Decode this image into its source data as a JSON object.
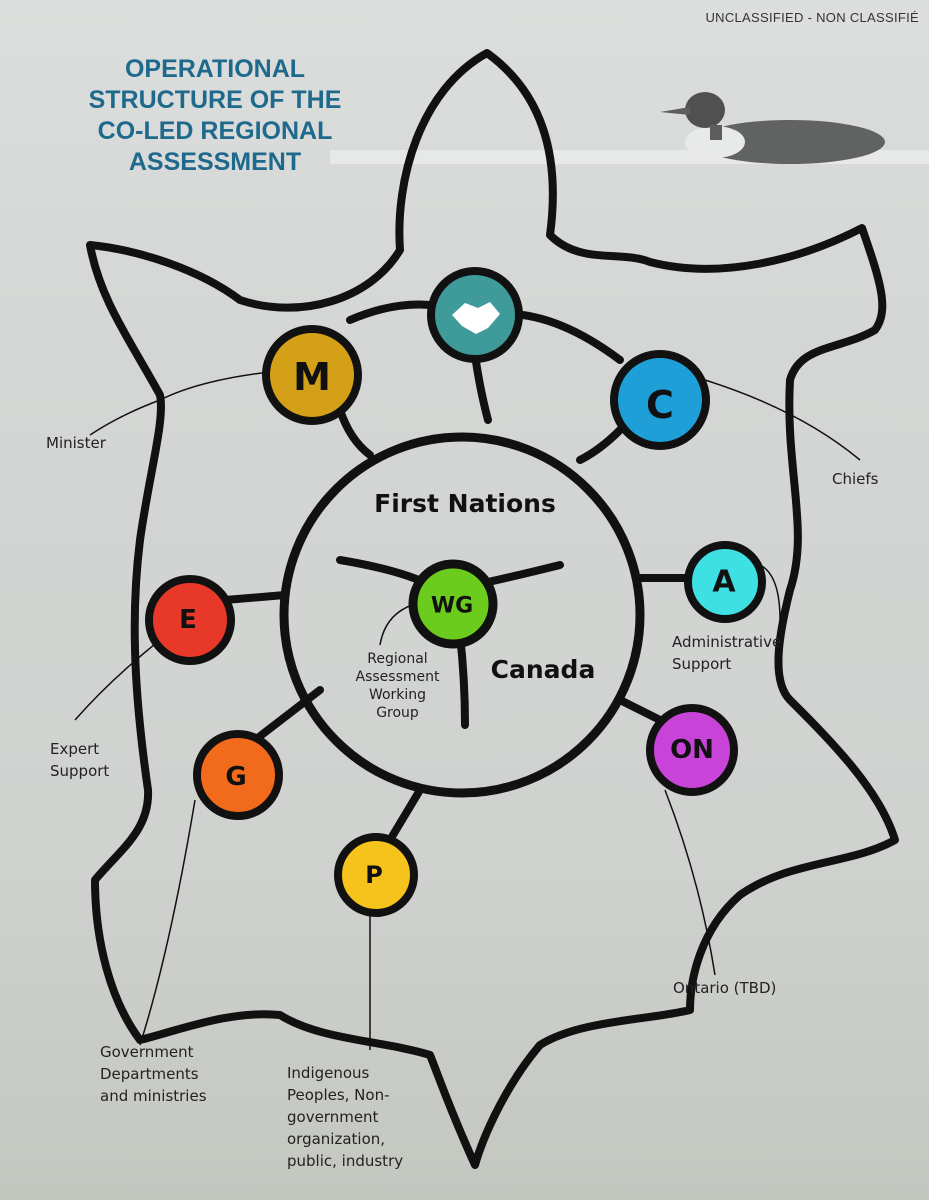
{
  "classification": "UNCLASSIFIED - NON CLASSIFIÉ",
  "title": "OPERATIONAL STRUCTURE OF THE CO-LED REGIONAL ASSESSMENT",
  "center": {
    "top": "First Nations",
    "bottom": "Canada",
    "wg": "WG",
    "wg_label": "Regional Assessment Working Group"
  },
  "nodes": {
    "m": {
      "letter": "M",
      "label": "Minister",
      "color": "#d4a017"
    },
    "c": {
      "letter": "C",
      "label": "Chiefs",
      "color": "#1e9fd8"
    },
    "a": {
      "letter": "A",
      "label": "Administrative Support",
      "color": "#3fe0e3"
    },
    "e": {
      "letter": "E",
      "label": "Expert Support",
      "color": "#e8382a"
    },
    "g": {
      "letter": "G",
      "label": "Government Departments and ministries",
      "color": "#f26a1b"
    },
    "p": {
      "letter": "P",
      "label": "Indigenous Peoples, Non-government organization, public, industry",
      "color": "#f6c21c"
    },
    "on": {
      "letter": "ON",
      "label": "Ontario (TBD)",
      "color": "#c843d8"
    },
    "handshake": {
      "icon": "handshake-icon",
      "color": "#3f9a9a"
    },
    "wg_color": "#6ccc1e"
  }
}
